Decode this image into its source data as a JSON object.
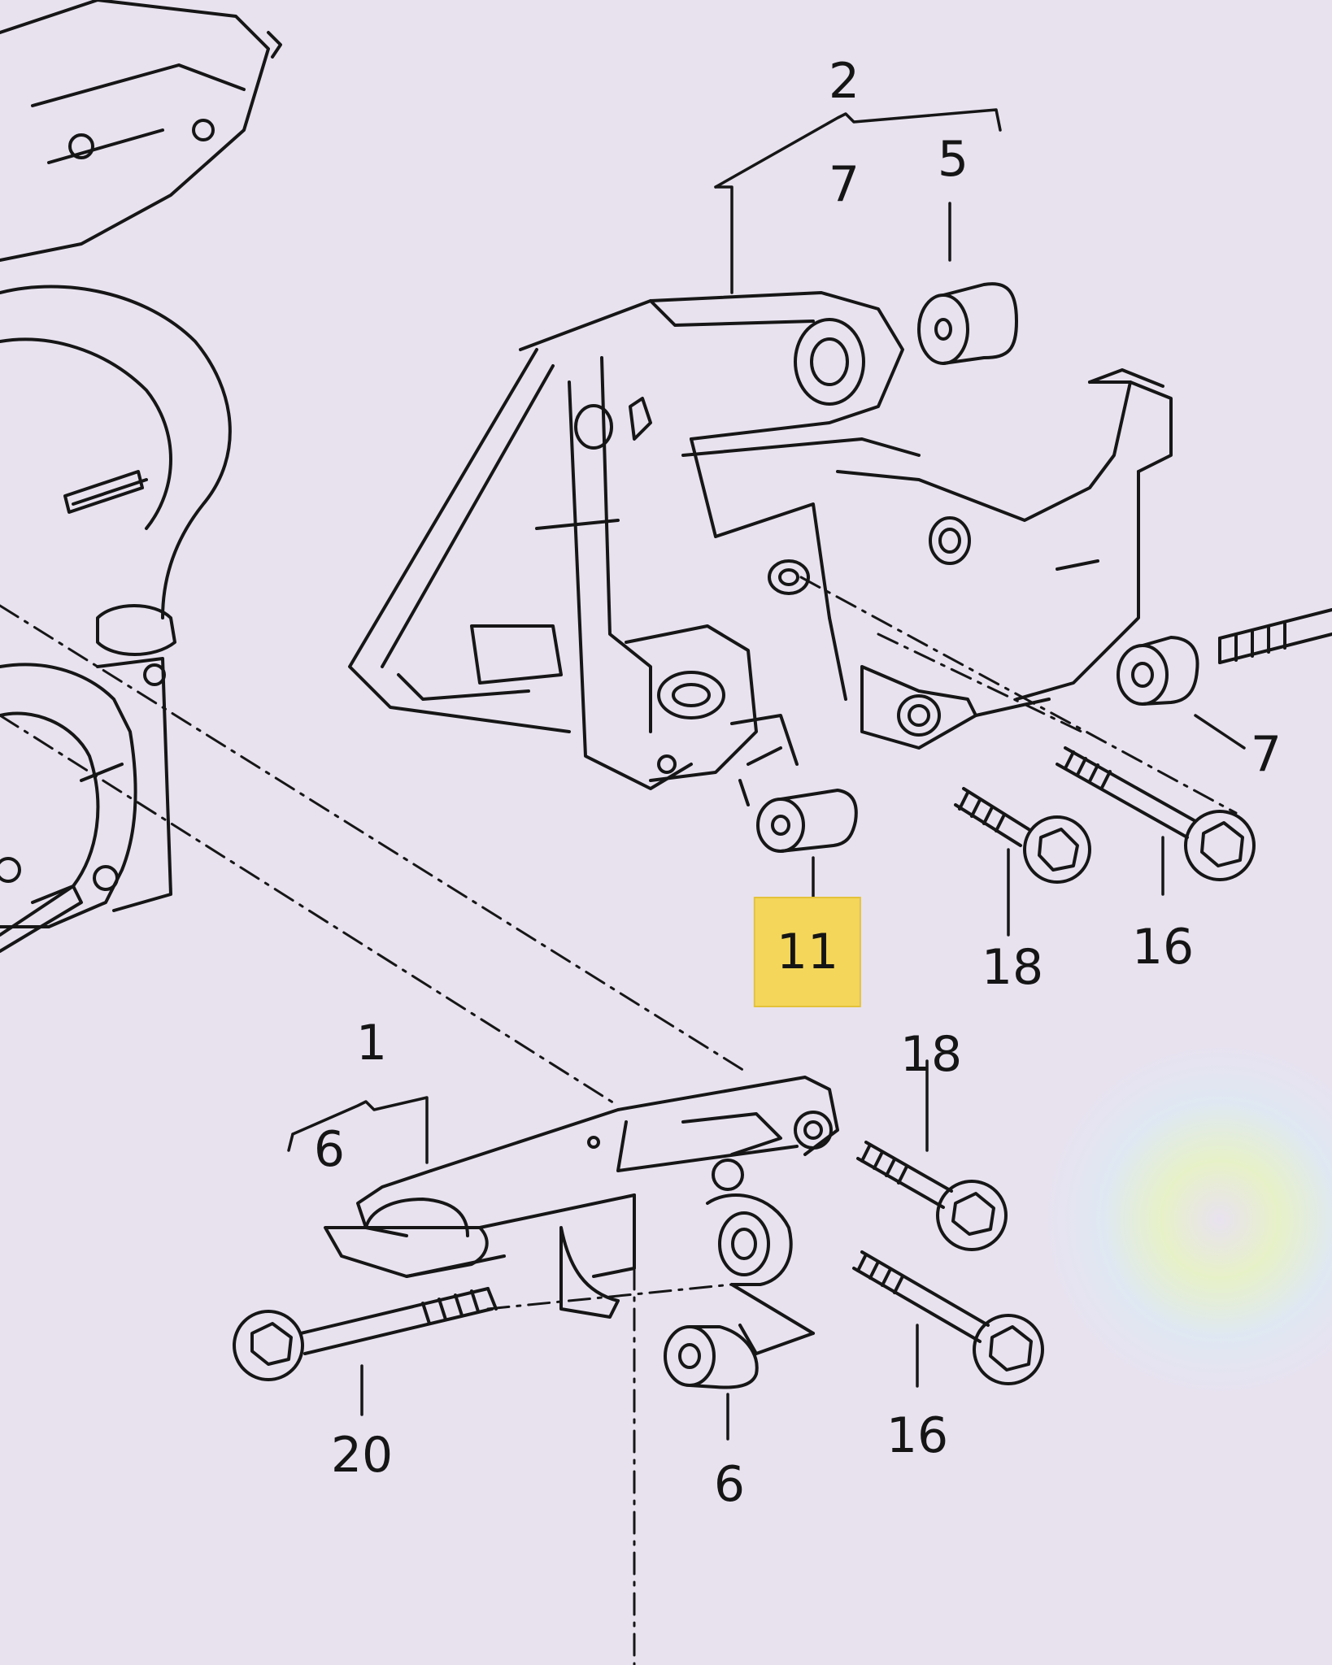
{
  "diagram": {
    "callouts": [
      {
        "id": "2",
        "text": "2"
      },
      {
        "id": "7-top",
        "text": "7"
      },
      {
        "id": "5",
        "text": "5"
      },
      {
        "id": "7-right",
        "text": "7"
      },
      {
        "id": "11",
        "text": "11"
      },
      {
        "id": "18-upper",
        "text": "18"
      },
      {
        "id": "16-upper",
        "text": "16"
      },
      {
        "id": "1",
        "text": "1"
      },
      {
        "id": "6-left",
        "text": "6"
      },
      {
        "id": "18-lower",
        "text": "18"
      },
      {
        "id": "20",
        "text": "20"
      },
      {
        "id": "6-bottom",
        "text": "6"
      },
      {
        "id": "16-lower",
        "text": "16"
      }
    ],
    "highlight": {
      "callout": "11",
      "color": "#f4d65a"
    }
  }
}
